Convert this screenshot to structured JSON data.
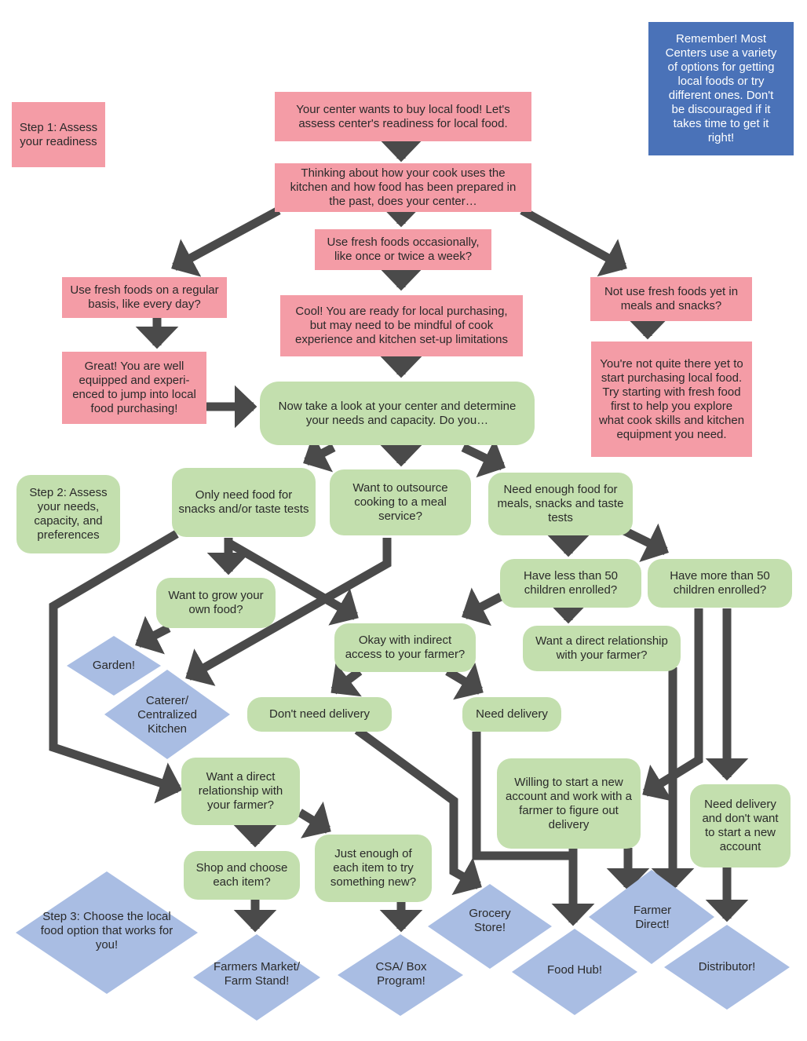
{
  "colors": {
    "pink": "#f49ca6",
    "green": "#c3dfae",
    "blue_diamond": "#a9bde3",
    "blue_note": "#4a72b8",
    "arrow": "#4a4a4a"
  },
  "notes": {
    "remember": "Remember! Most Centers use a variety of options for getting local foods or try different ones. Don't be discouraged if it takes time to get it right!",
    "step1": "Step 1: Assess your readiness",
    "step2": "Step 2: Assess your needs, capacity, and preferences",
    "step3": "Step 3: Choose the local food option that works for you!"
  },
  "step1": {
    "start": "Your center wants to buy local food! Let's assess center's readiness for local food.",
    "thinking": "Thinking about how your cook uses the kitchen and how food has been prepared in the past, does your center…",
    "regular": "Use fresh foods on a regular basis, like every day?",
    "occasional": "Use fresh foods occasionally, like once or twice a week?",
    "not_yet": "Not use fresh foods yet in meals and snacks?",
    "great": "Great! You are well equipped and experi-enced to jump into local food purchasing!",
    "cool": "Cool! You are ready for local purchasing, but may need to be mindful of cook experience and kitchen set-up limitations",
    "not_quite": "You're not quite there yet to start purchasing local food. Try starting with fresh food first to help you explore what cook skills and kitchen equipment you need."
  },
  "step2": {
    "now": "Now  take a look at your center and determine your needs and capacity. Do you…",
    "snacks": "Only need food for snacks and/or taste tests",
    "outsource": "Want to outsource cooking to a meal service?",
    "meals": "Need enough food for meals, snacks and taste tests",
    "grow": "Want to grow your own food?",
    "less50": "Have less than 50 children enrolled?",
    "more50": "Have more than 50 children enrolled?",
    "indirect": "Okay with indirect access to your farmer?",
    "direct_farmer": "Want a direct relationship with your farmer?",
    "dont_need_delivery": "Don't need delivery",
    "need_delivery": "Need delivery",
    "direct_left": "Want a direct relationship with your farmer?",
    "willing": "Willing to start a new account and work with a farmer to figure out delivery",
    "need_delivery_no_account": "Need delivery and don't want to start a new account",
    "shop": "Shop and choose each item?",
    "just_enough": "Just enough of each item to try something new?"
  },
  "outcomes": {
    "garden": "Garden!",
    "caterer": "Caterer/ Centralized Kitchen",
    "grocery": "Grocery Store!",
    "farmer_direct": "Farmer Direct!",
    "food_hub": "Food Hub!",
    "distributor": "Distributor!",
    "farmers_market": "Farmers Market/ Farm Stand!",
    "csa": "CSA/ Box Program!"
  }
}
